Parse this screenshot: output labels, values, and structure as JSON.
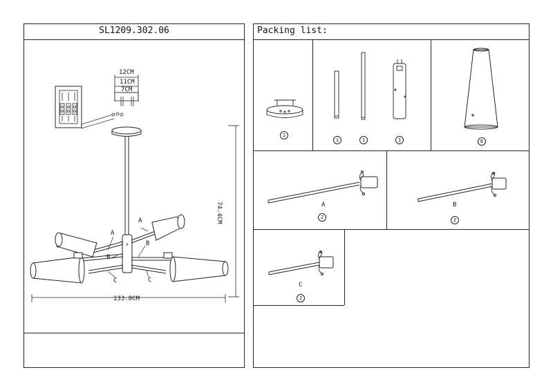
{
  "left": {
    "model": "SL1209.302.06",
    "dims": {
      "w12": "12CM",
      "w11": "11CM",
      "w7": "7CM",
      "height": "74.4CM",
      "width": "133.8CM"
    },
    "arm_labels": {
      "a1": "A",
      "a2": "A",
      "b1": "B",
      "b2": "B",
      "c1": "C",
      "c2": "C"
    }
  },
  "right": {
    "packing_title": "Packing list:",
    "parts": {
      "canopy_qty": "1",
      "rod_short_qty": "1",
      "rod_long_qty": "1",
      "tube_qty": "1",
      "shade_qty": "6"
    },
    "arms": [
      {
        "letter": "A",
        "qty": "2"
      },
      {
        "letter": "B",
        "qty": "2"
      },
      {
        "letter": "C",
        "qty": "2"
      }
    ]
  }
}
